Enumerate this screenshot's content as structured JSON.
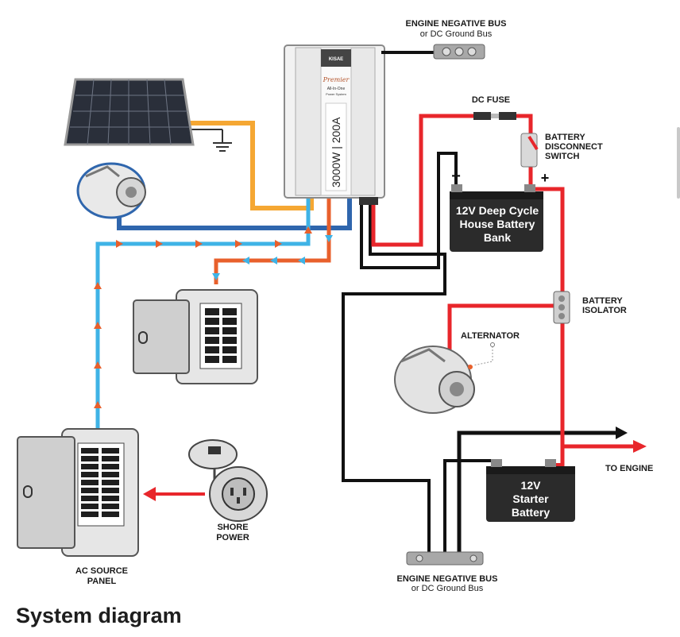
{
  "title": "System diagram",
  "labels": {
    "engine_neg_bus_top": "ENGINE NEGATIVE BUS",
    "engine_neg_bus_top_sub": "or DC Ground Bus",
    "dc_fuse": "DC FUSE",
    "battery_disconnect_1": "BATTERY",
    "battery_disconnect_2": "DISCONNECT",
    "battery_disconnect_3": "SWITCH",
    "battery_isolator_1": "BATTERY",
    "battery_isolator_2": "ISOLATOR",
    "alternator": "ALTERNATOR",
    "to_engine": "TO ENGINE",
    "shore_power_1": "SHORE",
    "shore_power_2": "POWER",
    "ac_source_1": "AC SOURCE",
    "ac_source_2": "PANEL",
    "engine_neg_bus_bottom": "ENGINE NEGATIVE BUS",
    "engine_neg_bus_bottom_sub": "or DC Ground Bus",
    "minus": "−",
    "plus": "+"
  },
  "inverter": {
    "brand": "KISAE",
    "model_script": "Premier",
    "model_sub1": "All-In-One",
    "model_sub2": "Power System",
    "rating": "3000W | 200A"
  },
  "house_battery": {
    "line1": "12V Deep Cycle",
    "line2": "House Battery",
    "line3": "Bank"
  },
  "starter_battery": {
    "line1": "12V",
    "line2": "Starter",
    "line3": "Battery"
  },
  "colors": {
    "positive": "#e8262b",
    "negative": "#111111",
    "ac_in": "#3fb3e6",
    "ac_out": "#e8602c",
    "solar": "#f5a733",
    "dc_blue": "#2f66ad"
  }
}
